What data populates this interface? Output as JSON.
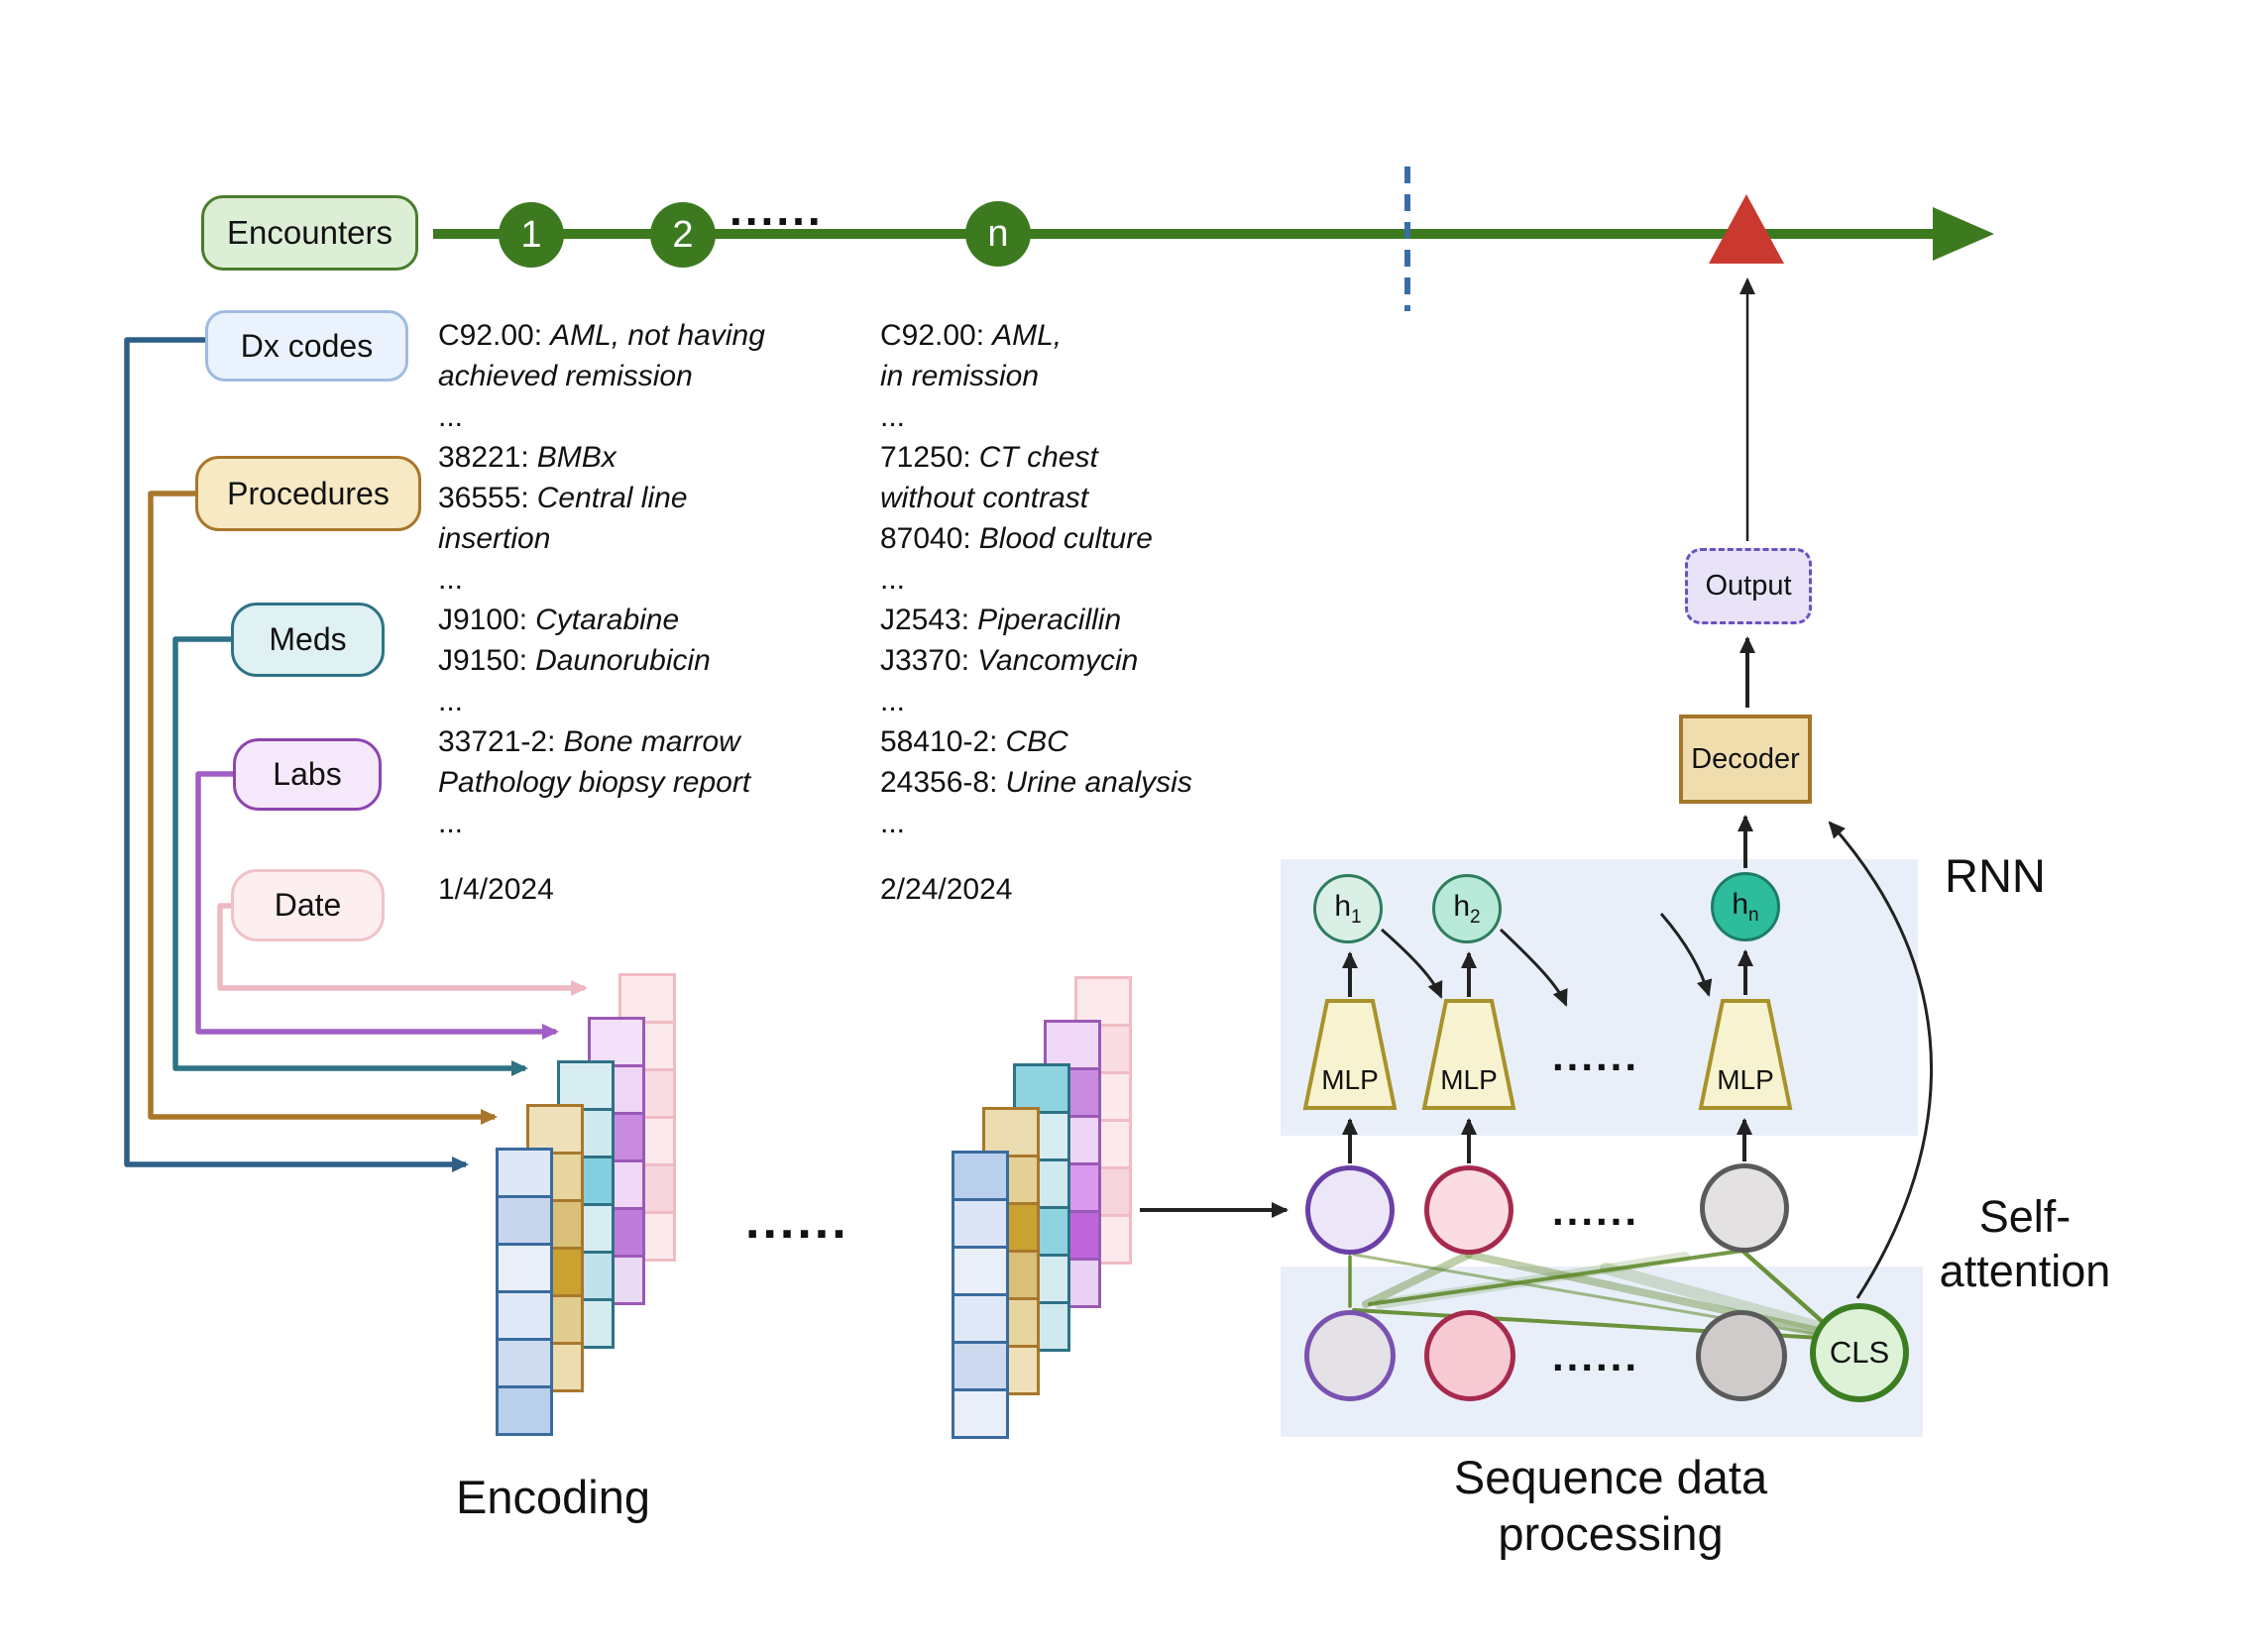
{
  "palette": {
    "timeline_green": "#3d7a1f",
    "encounters_fill": "#ddeed6",
    "encounters_border": "#4a7d2e",
    "dx_fill": "#eaf2fd",
    "dx_border": "#9fbbe0",
    "procedures_fill": "#f6e9c4",
    "procedures_border": "#a9772c",
    "meds_fill": "#dff1f3",
    "meds_border": "#2e7285",
    "labs_fill": "#f6e8fb",
    "labs_border": "#8e44ad",
    "date_fill": "#fdeef0",
    "date_border": "#f0c2c8",
    "bracket_blue": "#2e5f86",
    "bracket_brown": "#a9772c",
    "bracket_teal": "#2e7285",
    "bracket_purple": "#a15fc4",
    "bracket_pink": "#edb8c2",
    "panel_blue": "#e9eff9",
    "mlp_fill": "#f7f3d0",
    "mlp_border": "#a8922a",
    "h1_fill": "#daf0e6",
    "h2_fill": "#b9ead9",
    "hn_fill": "#2dbd9d",
    "h_border": "#2e7d5e",
    "node_purple": "#6b3fa5",
    "node_crimson": "#a62a4e",
    "node_gray": "#5a5a5a",
    "cls_fill": "#def2d8",
    "cls_border": "#3c7d22",
    "attention_green": "#5c8727",
    "decoder_fill": "#f0ddae",
    "decoder_border": "#a6762a",
    "output_fill": "#e9e3f8",
    "output_border": "#6a52c0",
    "triangle_red": "#c9392f",
    "dashed_blue": "#3a6ea5"
  },
  "timeline": {
    "label": "Encounters",
    "node1": "1",
    "node2": "2",
    "noden": "n",
    "dots": "......"
  },
  "categories": {
    "dx": "Dx codes",
    "procedures": "Procedures",
    "meds": "Meds",
    "labs": "Labs",
    "date": "Date"
  },
  "encounter1": [
    {
      "c": "C92.00:",
      "d": "AML, not having"
    },
    {
      "c": "",
      "d": "achieved remission"
    },
    {
      "c": "...",
      "d": ""
    },
    {
      "c": "38221:",
      "d": "BMBx"
    },
    {
      "c": "36555:",
      "d": "Central line"
    },
    {
      "c": "",
      "d": "insertion"
    },
    {
      "c": "...",
      "d": ""
    },
    {
      "c": "J9100:",
      "d": "Cytarabine"
    },
    {
      "c": "J9150:",
      "d": "Daunorubicin"
    },
    {
      "c": "...",
      "d": ""
    },
    {
      "c": "33721-2:",
      "d": "Bone marrow"
    },
    {
      "c": "",
      "d": "Pathology biopsy report"
    },
    {
      "c": "...",
      "d": ""
    },
    {
      "c": "1/4/2024",
      "d": ""
    }
  ],
  "encounter2": [
    {
      "c": "C92.00:",
      "d": "AML,"
    },
    {
      "c": "",
      "d": "in remission"
    },
    {
      "c": "...",
      "d": ""
    },
    {
      "c": "71250:",
      "d": "CT chest"
    },
    {
      "c": "",
      "d": "without contrast"
    },
    {
      "c": "87040:",
      "d": "Blood culture"
    },
    {
      "c": "...",
      "d": ""
    },
    {
      "c": "J2543:",
      "d": "Piperacillin"
    },
    {
      "c": "J3370:",
      "d": "Vancomycin"
    },
    {
      "c": "...",
      "d": ""
    },
    {
      "c": "58410-2:",
      "d": "CBC"
    },
    {
      "c": "24356-8:",
      "d": "Urine analysis"
    },
    {
      "c": "...",
      "d": ""
    },
    {
      "c": "2/24/2024",
      "d": ""
    }
  ],
  "encoding": {
    "label": "Encoding",
    "dots": "......",
    "groups": [
      {
        "stacks": [
          {
            "name": "blue",
            "border": "#3a6b9e",
            "cells": [
              "#dde7f6",
              "#c8d6ed",
              "#e9eff9",
              "#dfe8f6",
              "#cfdcf0",
              "#b9cfec"
            ]
          },
          {
            "name": "tan",
            "border": "#a9772c",
            "cells": [
              "#eee0b8",
              "#e7d5a0",
              "#d9bf78",
              "#c9a231",
              "#e0cc8e",
              "#ecdcae"
            ]
          },
          {
            "name": "teal",
            "border": "#2e7285",
            "cells": [
              "#d8edf2",
              "#cfe9ee",
              "#84cfdf",
              "#d8edf2",
              "#c0e3eb",
              "#d4ebf0"
            ]
          },
          {
            "name": "purple",
            "border": "#9b59b6",
            "cells": [
              "#f3e0f9",
              "#eed6f6",
              "#c98be0",
              "#f0d9f7",
              "#bf7cda",
              "#ead9f2"
            ]
          },
          {
            "name": "pink",
            "border": "#f0bcc4",
            "cells": [
              "#fce9ec",
              "#fce9ec",
              "#f9dde3",
              "#fce9ec",
              "#f6d4dc",
              "#fce9ec"
            ]
          }
        ]
      },
      {
        "stacks": [
          {
            "name": "blue",
            "border": "#3a6b9e",
            "cells": [
              "#b9cfec",
              "#dbe5f5",
              "#e9eff9",
              "#dfe8f6",
              "#ccd9ef",
              "#e9eff9"
            ]
          },
          {
            "name": "tan",
            "border": "#a9772c",
            "cells": [
              "#eadbb0",
              "#e4d096",
              "#c9a231",
              "#d9bf78",
              "#e7d5a0",
              "#eee0b8"
            ]
          },
          {
            "name": "teal",
            "border": "#2e7285",
            "cells": [
              "#8fd3e1",
              "#d8edf2",
              "#cfe9ee",
              "#8fd3e1",
              "#d4ebf0",
              "#cfe9ee"
            ]
          },
          {
            "name": "purple",
            "border": "#9b59b6",
            "cells": [
              "#f0d9f7",
              "#c98be0",
              "#eed5f6",
              "#d99af0",
              "#bf66dd",
              "#e8d0f2"
            ]
          },
          {
            "name": "pink",
            "border": "#f0bcc4",
            "cells": [
              "#fce9ec",
              "#f9dde3",
              "#fce9ec",
              "#fce9ec",
              "#f6d4dc",
              "#fce9ec"
            ]
          }
        ]
      }
    ]
  },
  "rnn": {
    "label": "RNN",
    "dots": "......",
    "mlp": "MLP",
    "h1_base": "h",
    "h1_sub": "1",
    "h2_base": "h",
    "h2_sub": "2",
    "hn_base": "h",
    "hn_sub": "n"
  },
  "attention": {
    "line1": "Self-",
    "line2": "attention",
    "cls": "CLS",
    "dots": "......"
  },
  "sequence": {
    "line1": "Sequence data",
    "line2": "processing"
  },
  "decoder": "Decoder",
  "output": "Output"
}
